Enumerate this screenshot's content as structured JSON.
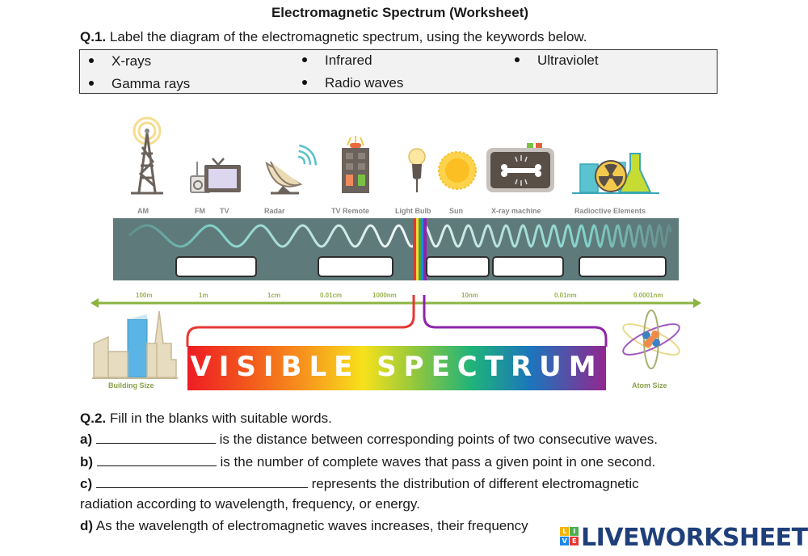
{
  "title": "Electromagnetic Spectrum (Worksheet)",
  "q1": {
    "number": "Q.1.",
    "instruction": "Label the diagram of the electromagnetic spectrum, using the keywords below.",
    "keywords": [
      "X-rays",
      "Gamma rays",
      "Infrared",
      "Radio waves",
      "Ultraviolet"
    ]
  },
  "diagram": {
    "sources": [
      {
        "label": "AM",
        "icon": "radio-tower-icon"
      },
      {
        "label": "FM",
        "icon": "radio-icon"
      },
      {
        "label": "TV",
        "icon": "television-icon"
      },
      {
        "label": "Radar",
        "icon": "satellite-dish-icon"
      },
      {
        "label": "TV Remote",
        "icon": "remote-control-icon"
      },
      {
        "label": "Light Bulb",
        "icon": "light-bulb-icon"
      },
      {
        "label": "Sun",
        "icon": "sun-icon"
      },
      {
        "label": "X-ray machine",
        "icon": "x-ray-machine-icon"
      },
      {
        "label": "Radioctive Elements",
        "icon": "radioactive-icon"
      }
    ],
    "answer_boxes": 5,
    "scale": [
      "100m",
      "1m",
      "1cm",
      "0.01cm",
      "1000nm",
      "10nm",
      "0.01nm",
      "0.0001nm"
    ],
    "visible_spectrum": "VISIBLE SPECTRUM",
    "left_caption": "Building Size",
    "right_caption": "Atom Size",
    "colors": {
      "bar": "#5f7a7b",
      "wave": "#7fd1c9",
      "scale": "#9ab34e"
    }
  },
  "q2": {
    "number": "Q.2.",
    "instruction": "Fill in the blanks with suitable words.",
    "items": [
      {
        "letter": "a)",
        "text": "is the distance between corresponding points of two consecutive waves."
      },
      {
        "letter": "b)",
        "text": "is the number of complete waves that pass a given point in one second."
      },
      {
        "letter": "c)",
        "text": "represents the distribution of different electromagnetic",
        "continuation": "radiation according to wavelength, frequency, or energy."
      },
      {
        "letter": "d)",
        "text": "As the wavelength of electromagnetic waves increases, their frequency"
      }
    ]
  },
  "watermark": {
    "text": "LIVEWORKSHEETS",
    "mark_letters": [
      "L",
      "I",
      "V",
      "E"
    ]
  }
}
